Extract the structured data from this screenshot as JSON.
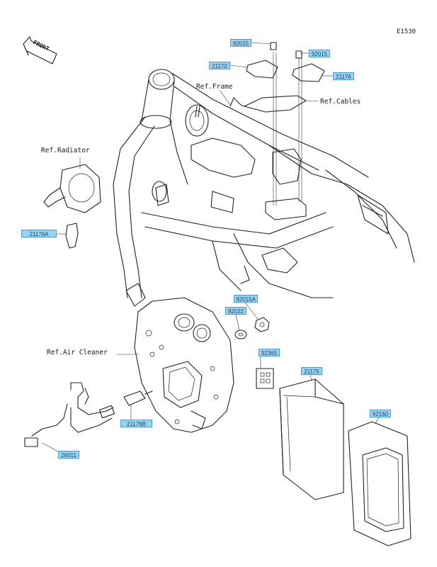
{
  "diagram_code": "E1530",
  "front_label": "FRONT",
  "refs": {
    "frame": "Ref.Frame",
    "cables": "Ref.Cables",
    "radiator": "Ref.Radiator",
    "air_cleaner": "Ref.Air Cleaner"
  },
  "parts": {
    "p92015_left": "92015",
    "p21170": "21170",
    "p92015_right": "92015",
    "p21176": "21176",
    "p21176A": "21176A",
    "p92015A": "92015A",
    "p92022": "92022",
    "p92365": "92365",
    "p21175": "21175",
    "p21176B": "21176B",
    "p26011": "26011",
    "p92160": "92160"
  },
  "colors": {
    "callout_fill": "#9fd2ef",
    "callout_border": "#4a9ccb",
    "line": "#222222"
  }
}
